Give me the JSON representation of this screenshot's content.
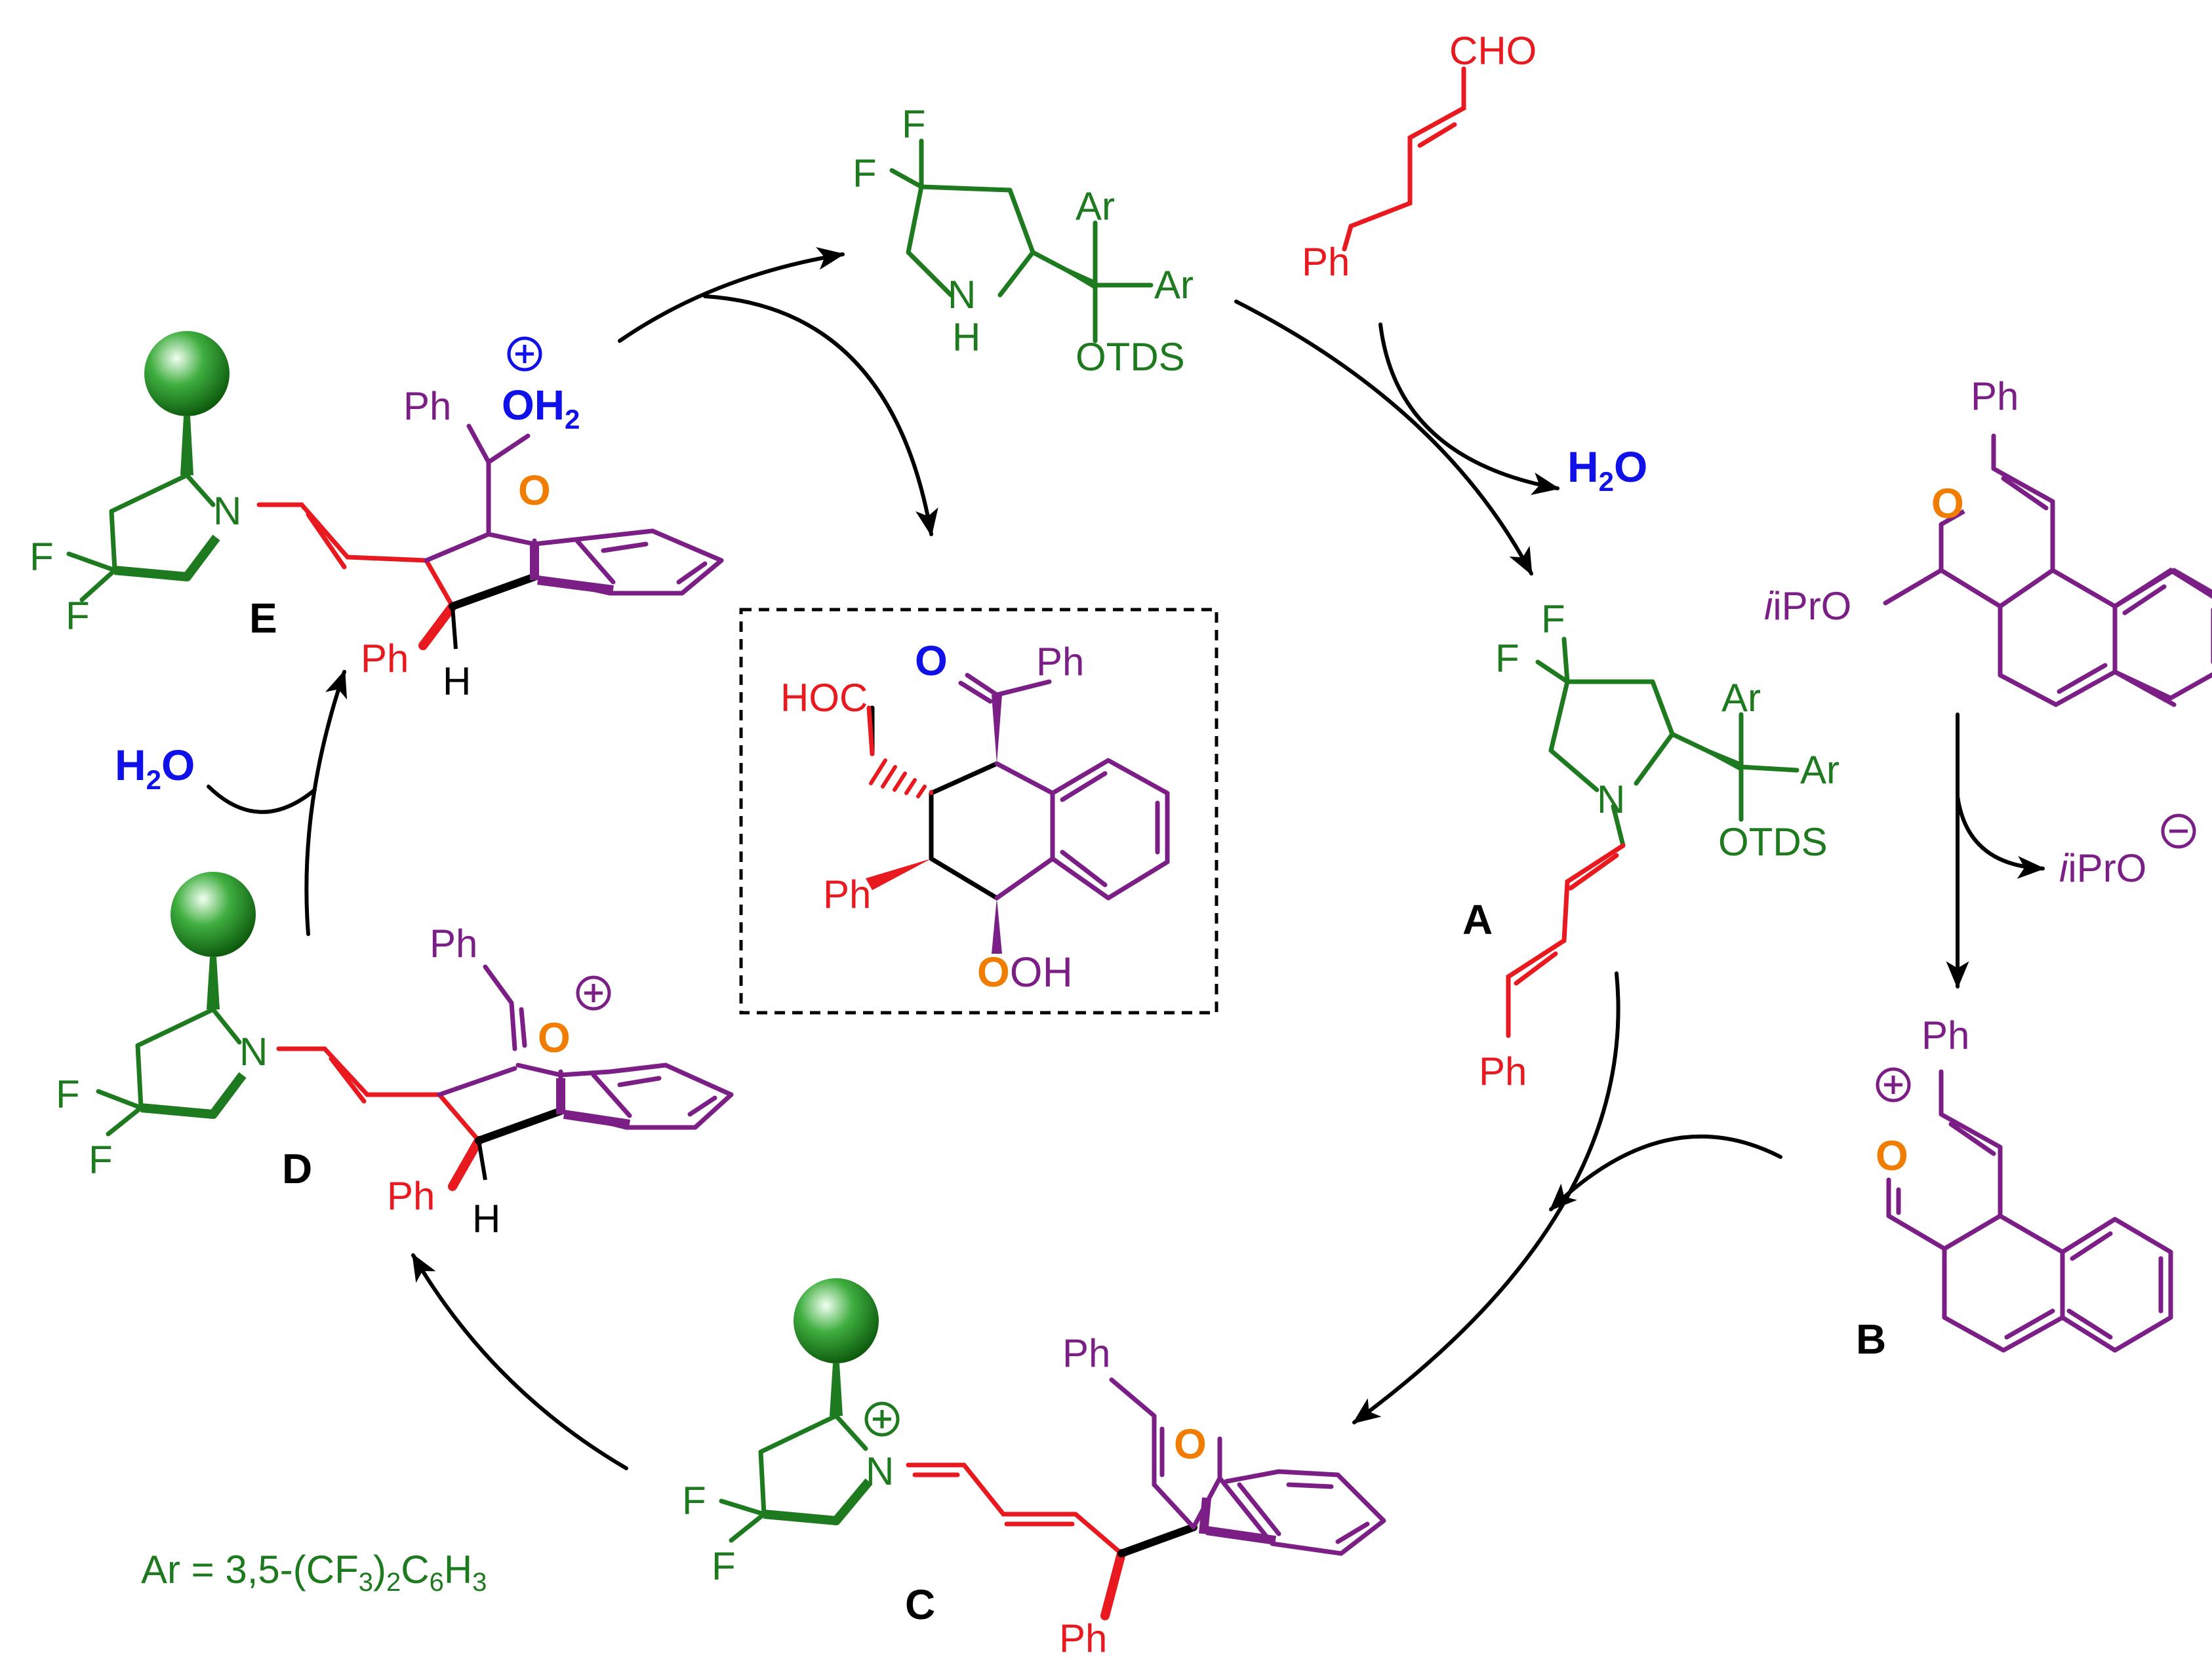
{
  "colors": {
    "catalyst": "#1E7A1E",
    "substrate": "#E8191F",
    "isochromene": "#7B1F87",
    "oxygen": "#F07D00",
    "water": "#1010E8",
    "label": "#000000",
    "arrow": "#000000"
  },
  "icons": {
    "bulky_group": "green-sphere-icon",
    "plus": "plus-circle-icon",
    "minus": "minus-circle-icon"
  },
  "catalyst": {
    "F1": "F",
    "F2": "F",
    "N": "N",
    "H": "H",
    "Ar1": "Ar",
    "Ar2": "Ar",
    "OTDS": "OTDS"
  },
  "aldehyde": {
    "CHO": "CHO",
    "Ph": "Ph"
  },
  "water_released": "H2O",
  "water_added": "H2O",
  "intermediate_A": {
    "label": "A",
    "F1": "F",
    "F2": "F",
    "N": "N",
    "Ar1": "Ar",
    "Ar2": "Ar",
    "OTDS": "OTDS",
    "Ph": "Ph"
  },
  "acetal": {
    "Ph": "Ph",
    "O": "O",
    "iPrO": "iPrO"
  },
  "leaving_group": {
    "text": "iPrO"
  },
  "intermediate_B": {
    "label": "B",
    "Ph": "Ph",
    "O": "O"
  },
  "intermediate_C": {
    "label": "C",
    "F1": "F",
    "F2": "F",
    "N": "N",
    "Ph_top": "Ph",
    "O": "O",
    "Ph_bottom": "Ph"
  },
  "intermediate_D": {
    "label": "D",
    "F1": "F",
    "F2": "F",
    "N": "N",
    "Ph_top": "Ph",
    "O": "O",
    "Ph_bottom": "Ph",
    "H": "H"
  },
  "intermediate_E": {
    "label": "E",
    "F1": "F",
    "F2": "F",
    "N": "N",
    "Ph_top": "Ph",
    "OH2": "OH2",
    "O": "O",
    "Ph_bottom": "Ph",
    "H": "H"
  },
  "product": {
    "HOC": "HOC",
    "O": "O",
    "Ph_ketone": "Ph",
    "Ph": "Ph",
    "OH": "OH"
  },
  "footnote": "Ar = 3,5-(CF3)2C6H3"
}
